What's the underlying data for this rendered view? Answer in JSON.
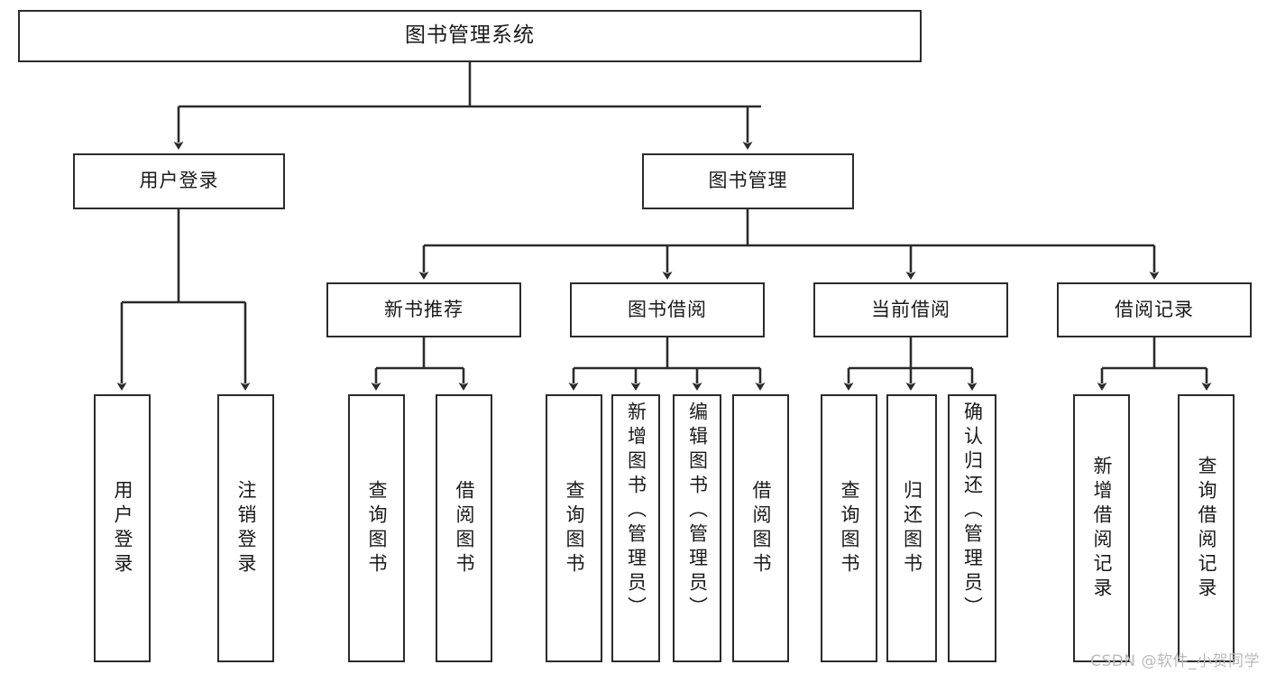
{
  "diagram": {
    "title": "图书管理系统",
    "type": "tree-hierarchy",
    "watermark": "CSDN @软件_小贺同学",
    "colors": {
      "background": "#ffffff",
      "node_border": "#2b2b2b",
      "node_fill": "#ffffff",
      "edge": "#2b2b2b",
      "text": "#1a1a1a",
      "watermark": "#b9b9b9"
    },
    "levels": {
      "root": {
        "label": "图书管理系统"
      },
      "level1": [
        {
          "id": "user-login",
          "label": "用户登录"
        },
        {
          "id": "book-manage",
          "label": "图书管理"
        }
      ],
      "level2": [
        {
          "id": "new-book-recommend",
          "label": "新书推荐",
          "parent": "book-manage"
        },
        {
          "id": "book-borrow",
          "label": "图书借阅",
          "parent": "book-manage"
        },
        {
          "id": "current-borrow",
          "label": "当前借阅",
          "parent": "book-manage"
        },
        {
          "id": "borrow-record",
          "label": "借阅记录",
          "parent": "book-manage"
        }
      ],
      "leaves": [
        {
          "id": "leaf-user-login",
          "label": "用户登录",
          "parent": "user-login"
        },
        {
          "id": "leaf-logout-login",
          "label": "注销登录",
          "parent": "user-login"
        },
        {
          "id": "leaf-query-book-1",
          "label": "查询图书",
          "parent": "new-book-recommend"
        },
        {
          "id": "leaf-borrow-book-1",
          "label": "借阅图书",
          "parent": "new-book-recommend"
        },
        {
          "id": "leaf-query-book-2",
          "label": "查询图书",
          "parent": "book-borrow"
        },
        {
          "id": "leaf-add-book",
          "label": "新增图书（管理员）",
          "parent": "book-borrow"
        },
        {
          "id": "leaf-edit-book",
          "label": "编辑图书（管理员）",
          "parent": "book-borrow"
        },
        {
          "id": "leaf-borrow-book-2",
          "label": "借阅图书",
          "parent": "book-borrow"
        },
        {
          "id": "leaf-query-book-3",
          "label": "查询图书",
          "parent": "current-borrow"
        },
        {
          "id": "leaf-return-book",
          "label": "归还图书",
          "parent": "current-borrow"
        },
        {
          "id": "leaf-confirm-return",
          "label": "确认归还（管理员）",
          "parent": "current-borrow"
        },
        {
          "id": "leaf-add-record",
          "label": "新增借阅记录",
          "parent": "borrow-record"
        },
        {
          "id": "leaf-query-record",
          "label": "查询借阅记录",
          "parent": "borrow-record"
        }
      ]
    }
  }
}
